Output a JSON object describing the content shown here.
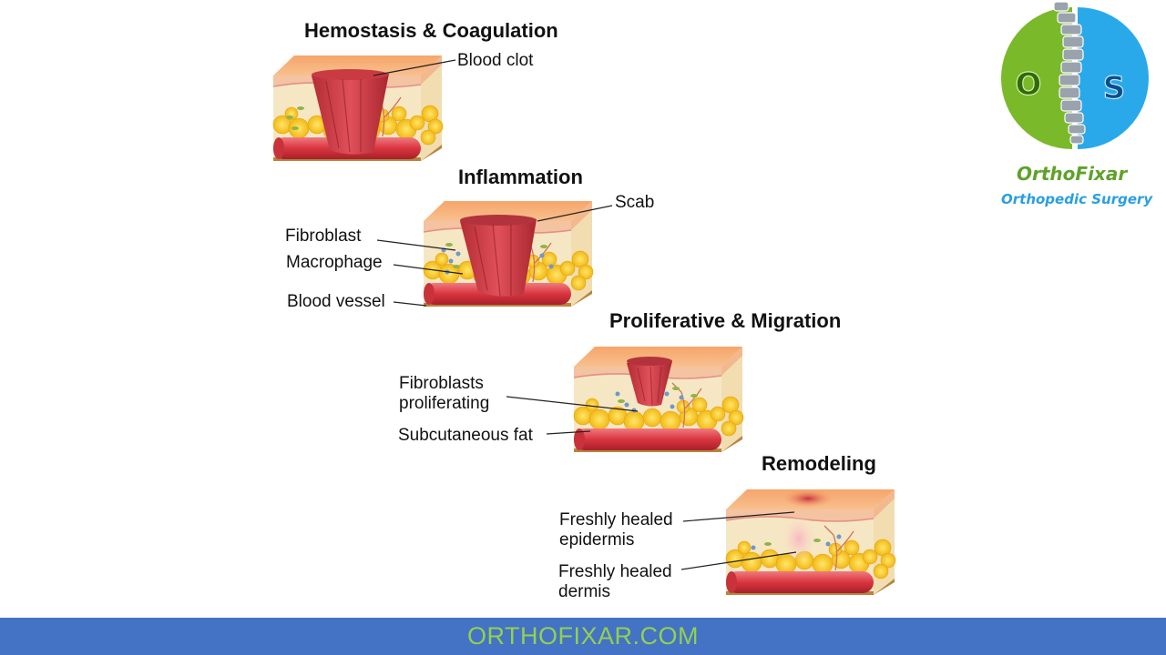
{
  "stages": [
    {
      "title": "Hemostasis & Coagulation",
      "labels": [
        "Blood clot"
      ]
    },
    {
      "title": "Inflammation",
      "labels": [
        "Scab",
        "Fibroblast",
        "Macrophage",
        "Blood vessel"
      ]
    },
    {
      "title": "Proliferative & Migration",
      "labels": [
        "Fibroblasts proliferating",
        "Subcutaneous fat"
      ]
    },
    {
      "title": "Remodeling",
      "labels": [
        "Freshly healed epidermis",
        "Freshly healed dermis"
      ]
    }
  ],
  "logo": {
    "letters": [
      "O",
      "S"
    ],
    "name": "OrthoFixar",
    "tagline": "Orthopedic Surgery",
    "colors": {
      "green": "#7ab929",
      "blue": "#29a9e9",
      "spine": "#9aa3ad"
    }
  },
  "footer": {
    "text": "ORTHOFIXAR.COM",
    "background": "#4472c4",
    "color": "#92d050"
  }
}
